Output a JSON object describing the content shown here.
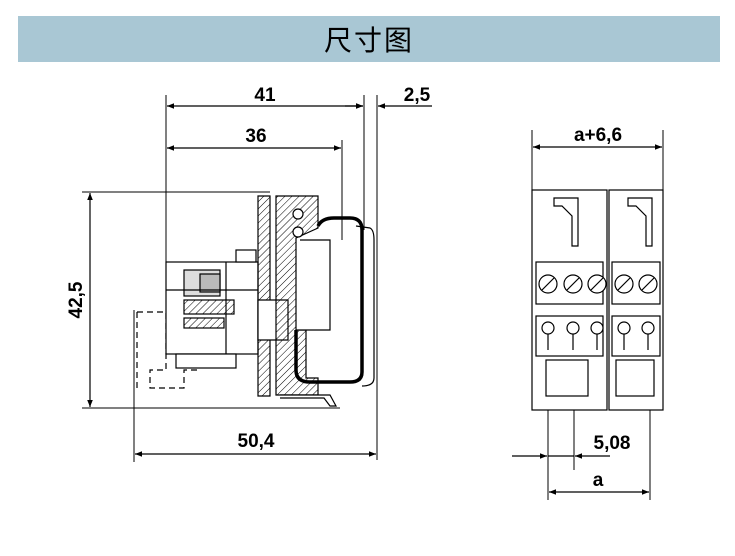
{
  "title": "尺寸图",
  "dimensions": {
    "d41": "41",
    "d2_5": "2,5",
    "d36": "36",
    "d42_5": "42,5",
    "d50_4": "50,4",
    "a_plus": "a+6,6",
    "d5_08": "5,08",
    "a": "a"
  },
  "colors": {
    "title_bg": "#a9c7d4",
    "line": "#000000"
  }
}
